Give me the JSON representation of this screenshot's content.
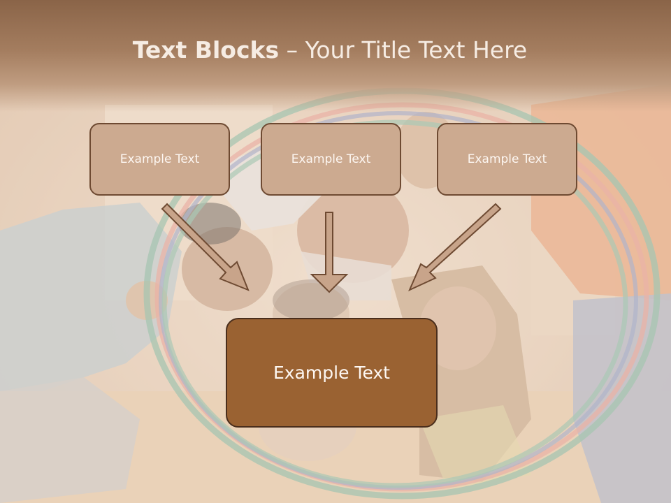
{
  "slide": {
    "title_bold": "Text Blocks",
    "title_dash": " – ",
    "title_regular": "Your Title Text Here",
    "boxes": [
      {
        "text": "Example Text"
      },
      {
        "text": "Example Text"
      },
      {
        "text": "Example Text"
      }
    ],
    "main_box": {
      "text": "Example Text"
    }
  },
  "colors": {
    "header": "#a47d5f",
    "box_fill": "#ccaa90",
    "box_border": "#6e4a32",
    "main_box_fill": "#9a6232",
    "arrow_fill": "#c8a48a",
    "title_text": "#f6ece3"
  },
  "icons": [
    "arrow-down-right-icon",
    "arrow-down-icon",
    "arrow-down-left-icon"
  ]
}
